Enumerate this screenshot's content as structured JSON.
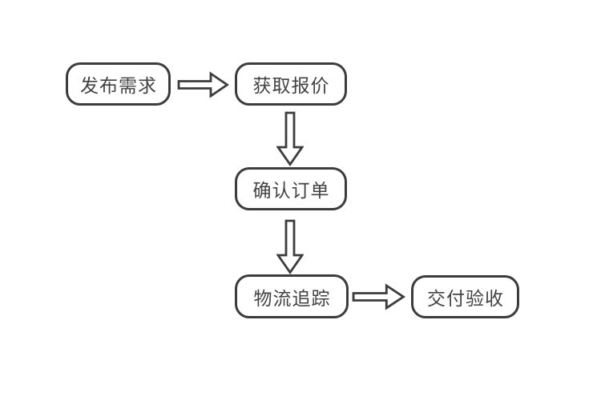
{
  "diagram": {
    "type": "flowchart",
    "background_color": "#ffffff",
    "node_fill_color": "#ffffff",
    "node_border_color": "#3c3c3c",
    "text_color": "#424242",
    "nodes": [
      {
        "id": "publish",
        "label": "发布需求"
      },
      {
        "id": "quote",
        "label": "获取报价"
      },
      {
        "id": "confirm",
        "label": "确认订单"
      },
      {
        "id": "track",
        "label": "物流追踪"
      },
      {
        "id": "deliver",
        "label": "交付验收"
      }
    ],
    "edges": [
      {
        "from": "发布需求",
        "to": "获取报价",
        "direction": "right"
      },
      {
        "from": "获取报价",
        "to": "确认订单",
        "direction": "down"
      },
      {
        "from": "确认订单",
        "to": "物流追踪",
        "direction": "down"
      },
      {
        "from": "物流追踪",
        "to": "交付验收",
        "direction": "right"
      }
    ]
  }
}
